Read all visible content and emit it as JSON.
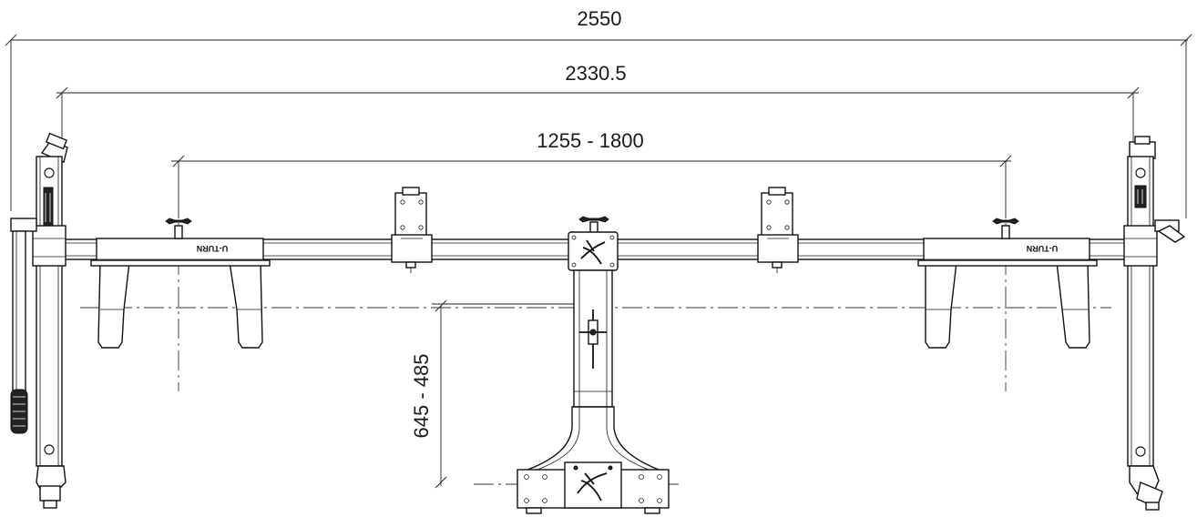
{
  "dimensions": {
    "overall_width": "2550",
    "frame_width": "2330.5",
    "adjustable_width": "1255 - 1800",
    "height_range": "645 - 485"
  },
  "labels": {
    "brand_left": "U-TURN",
    "brand_right": "U-TURN"
  }
}
